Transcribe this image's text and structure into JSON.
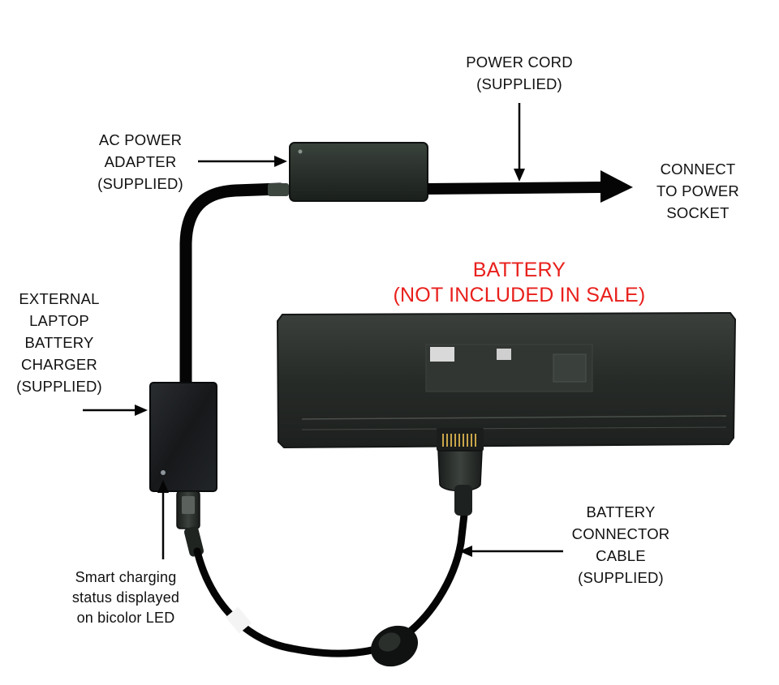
{
  "labels": {
    "power_cord": [
      "POWER CORD",
      "(SUPPLIED)"
    ],
    "ac_adapter": [
      "AC POWER",
      "ADAPTER",
      "(SUPPLIED)"
    ],
    "connect_socket": [
      "CONNECT",
      "TO POWER",
      "SOCKET"
    ],
    "battery": [
      "BATTERY",
      "(NOT INCLUDED IN SALE)"
    ],
    "external_charger": [
      "EXTERNAL",
      "LAPTOP",
      "BATTERY",
      "CHARGER",
      "(SUPPLIED)"
    ],
    "connector_cable": [
      "BATTERY",
      "CONNECTOR",
      "CABLE",
      "(SUPPLIED)"
    ],
    "smart_charging": [
      "Smart charging",
      "status displayed",
      "on bicolor LED"
    ]
  },
  "colors": {
    "text": "#111111",
    "battery_title": "#e8201c",
    "device_dark": "#1c211d",
    "battery_body": "#2a2f2b",
    "cable": "#050505"
  }
}
